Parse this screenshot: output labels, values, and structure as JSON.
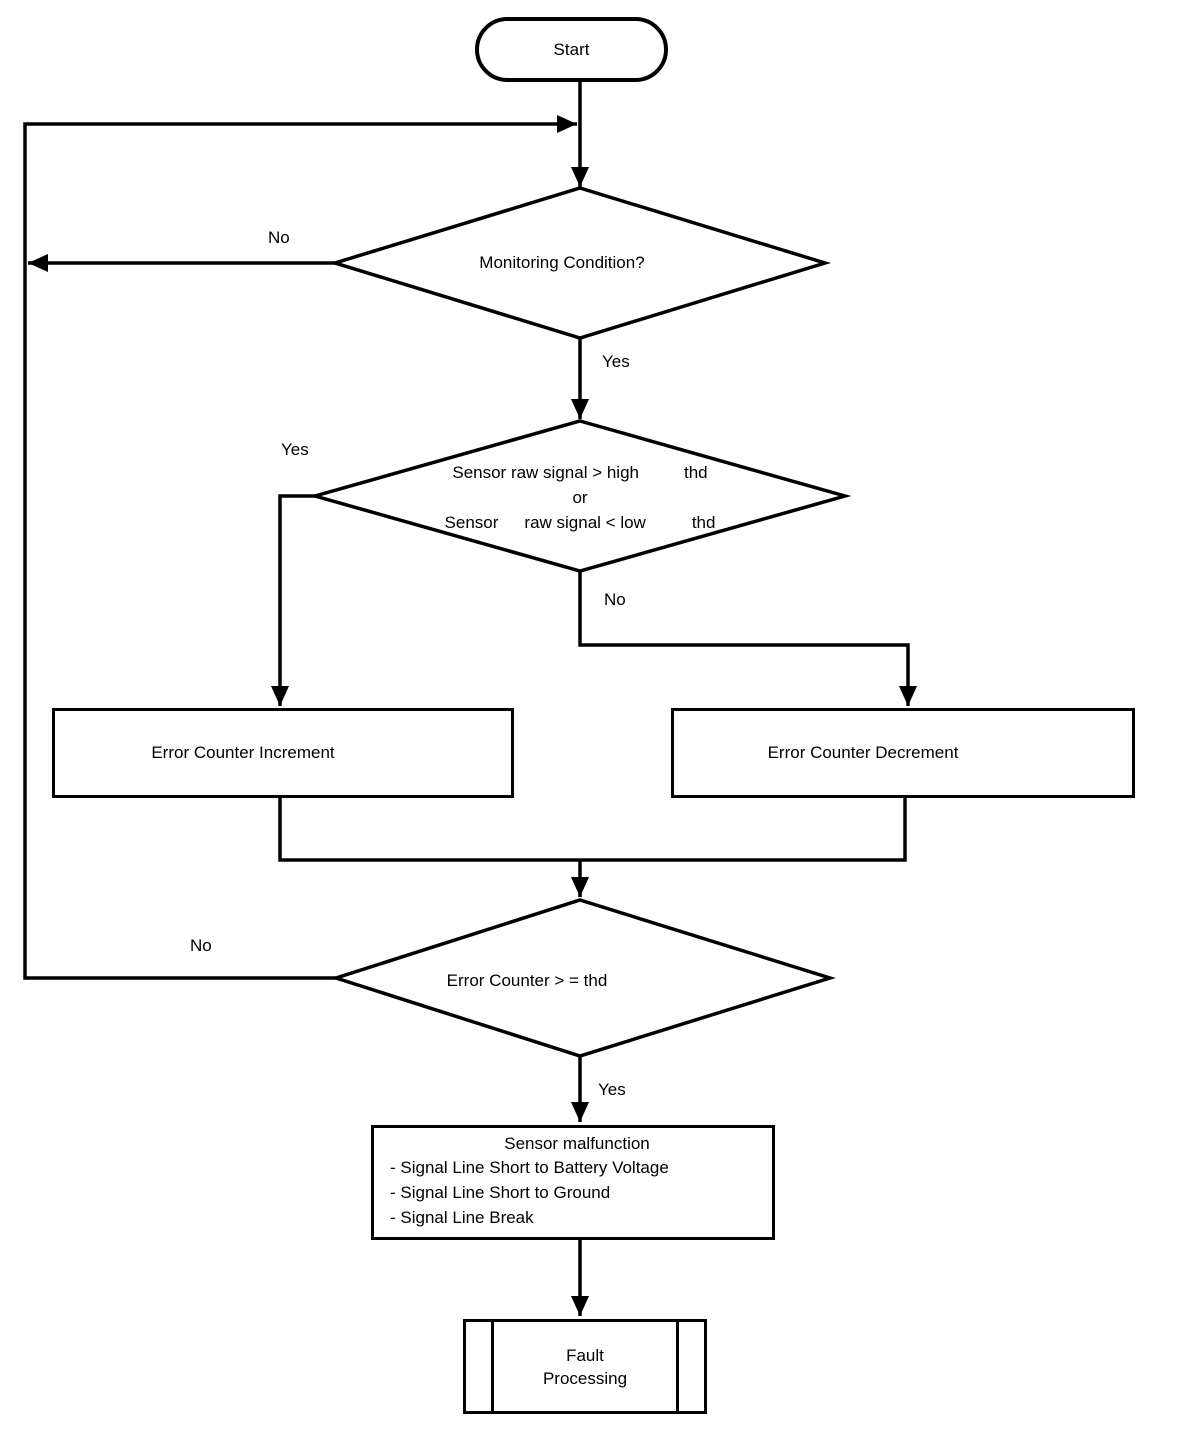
{
  "nodes": {
    "start": {
      "label": "Start"
    },
    "monitoring": {
      "question": "Monitoring Condition?"
    },
    "signal": {
      "line1_main": "Sensor raw signal > high",
      "line1_thd": "thd",
      "line2": "or",
      "line3_sensor": "Sensor",
      "line3_main": "raw signal < low",
      "line3_thd": "thd"
    },
    "increment": {
      "label": "Error Counter Increment"
    },
    "decrement": {
      "label": "Error Counter Decrement"
    },
    "counter": {
      "question": "Error Counter > = thd"
    },
    "malfunction": {
      "title": "Sensor malfunction",
      "bullets": [
        "- Signal Line Short to Battery Voltage",
        "- Signal Line Short to Ground",
        "- Signal Line Break"
      ]
    },
    "fault": {
      "line1": "Fault",
      "line2": "Processing"
    }
  },
  "labels": {
    "monitoring_no": "No",
    "monitoring_yes": "Yes",
    "signal_yes": "Yes",
    "signal_no": "No",
    "counter_no": "No",
    "counter_yes": "Yes"
  },
  "colors": {
    "line": "#000000",
    "background": "#ffffff",
    "text": "#000000"
  }
}
